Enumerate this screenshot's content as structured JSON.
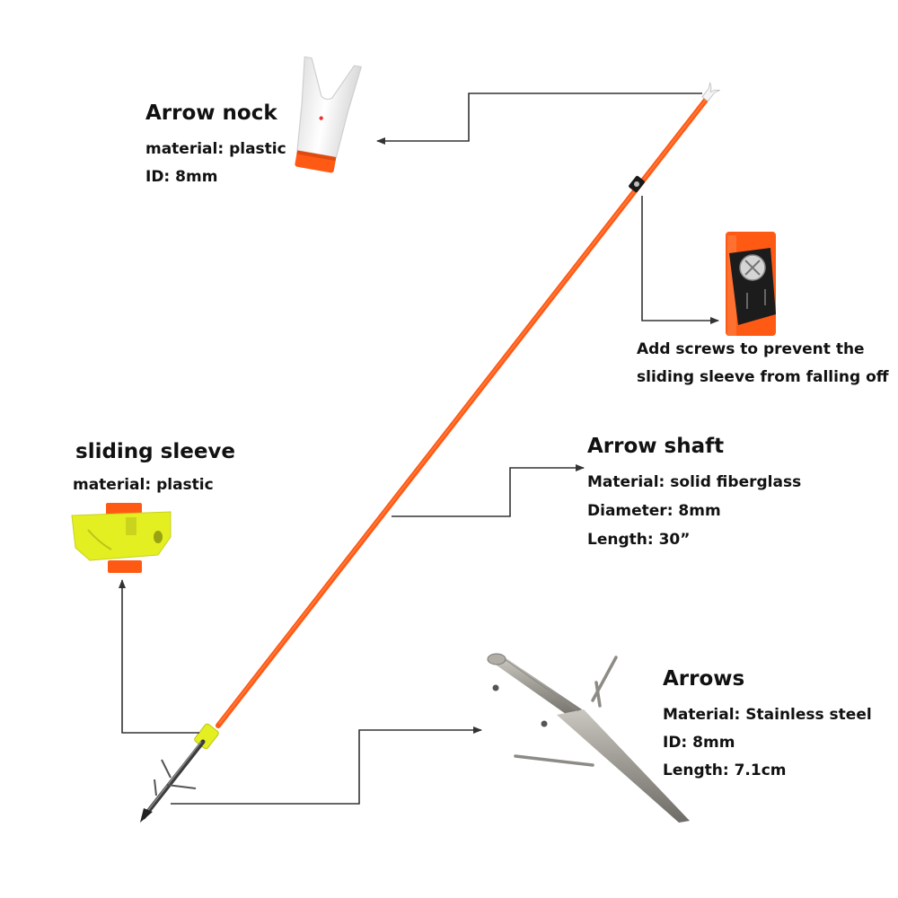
{
  "colors": {
    "shaft": "#ff5a14",
    "sleeve": "#e4ef22",
    "steel": "#9a9890",
    "nock": "#f4f4f4",
    "leader": "#333333"
  },
  "nock": {
    "title": "Arrow nock",
    "material": "material: plastic",
    "id": "ID: 8mm"
  },
  "screw": {
    "line1": "Add screws to prevent the",
    "line2": "sliding sleeve from falling off"
  },
  "sleeve": {
    "title": "sliding sleeve",
    "material": "material: plastic"
  },
  "shaft": {
    "title": "Arrow shaft",
    "material": "Material: solid fiberglass",
    "diameter": "Diameter: 8mm",
    "length": "Length: 30”"
  },
  "arrows": {
    "title": "Arrows",
    "material": "Material: Stainless steel",
    "id": "ID: 8mm",
    "length": "Length: 7.1cm"
  }
}
